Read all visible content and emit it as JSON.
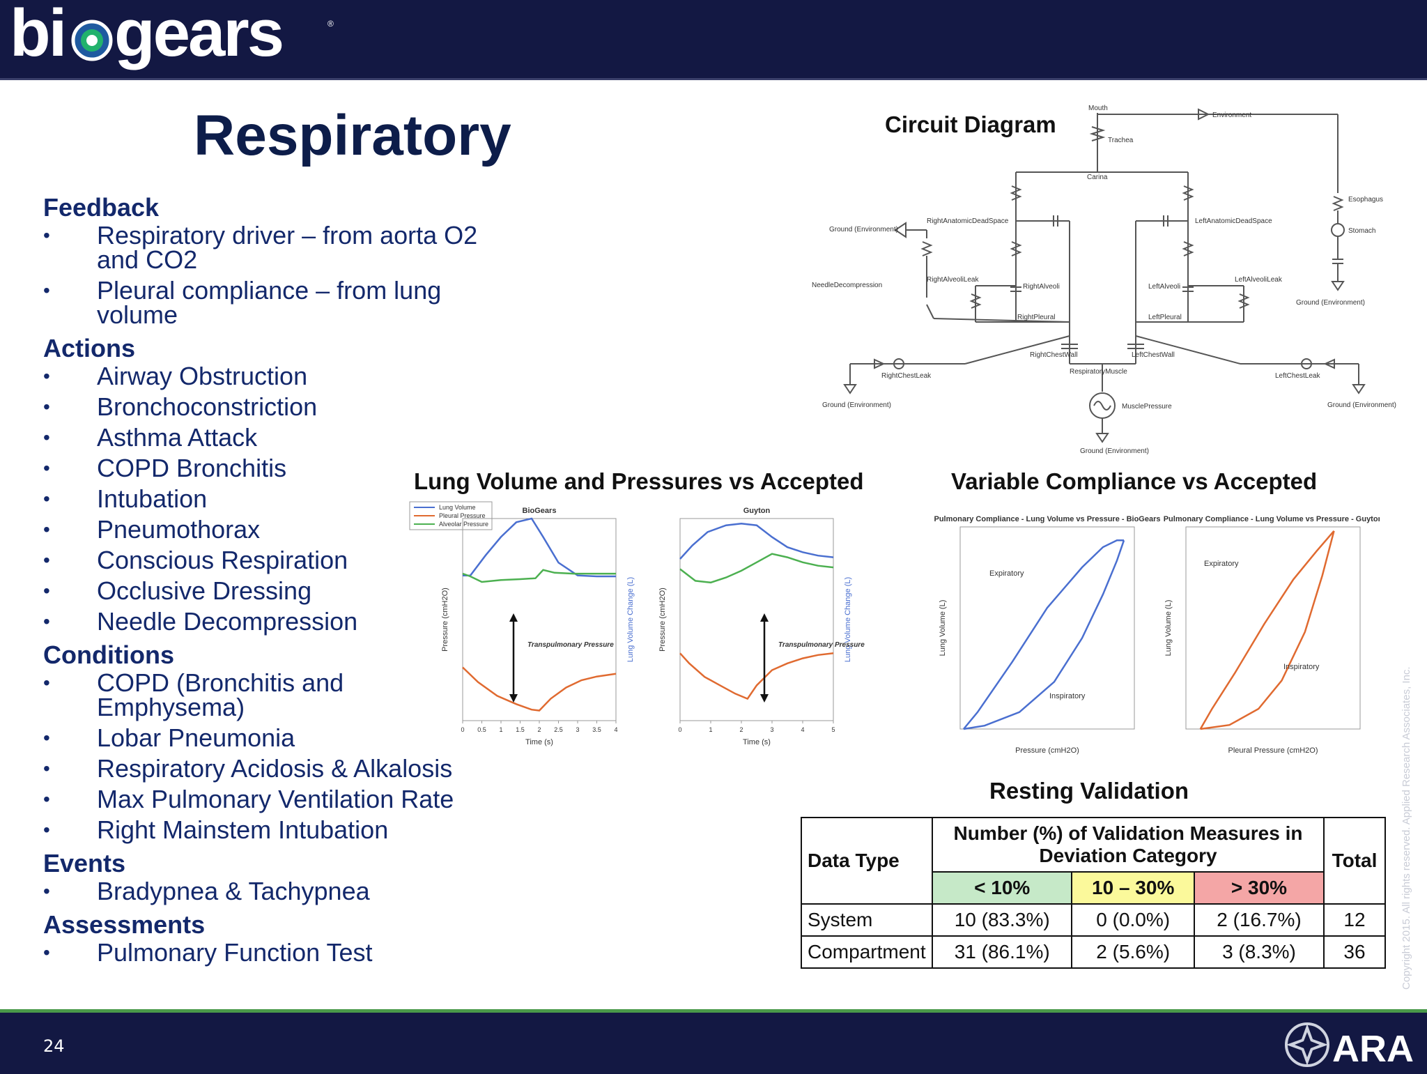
{
  "header": {
    "logo_text": "biogears",
    "logo_mark": "®"
  },
  "title": "Respiratory",
  "sections": [
    {
      "heading": "Feedback",
      "items": [
        "Respiratory driver – from aorta O2 and CO2",
        "Pleural compliance – from lung volume"
      ]
    },
    {
      "heading": "Actions",
      "items": [
        "Airway Obstruction",
        "Bronchoconstriction",
        "Asthma Attack",
        "COPD Bronchitis",
        "Intubation",
        "Pneumothorax",
        "Conscious Respiration",
        "Occlusive Dressing",
        "Needle Decompression"
      ]
    },
    {
      "heading": "Conditions",
      "items": [
        "COPD (Bronchitis and Emphysema)",
        "Lobar Pneumonia",
        "Respiratory Acidosis & Alkalosis",
        "Max Pulmonary Ventilation Rate",
        "Right Mainstem Intubation"
      ]
    },
    {
      "heading": "Events",
      "items": [
        "Bradypnea & Tachypnea"
      ]
    },
    {
      "heading": "Assessments",
      "items": [
        "Pulmonary Function Test"
      ]
    }
  ],
  "captions": {
    "circuit": "Circuit Diagram",
    "lung": "Lung Volume and Pressures vs Accepted",
    "compliance": "Variable Compliance vs Accepted",
    "resting": "Resting Validation"
  },
  "circuit_labels": {
    "mouth": "Mouth",
    "environment": "Environment",
    "trachea": "Trachea",
    "carina": "Carina",
    "esophagus": "Esophagus",
    "stomach": "Stomach",
    "ground_env": "Ground (Environment)",
    "right_dead": "RightAnatomicDeadSpace",
    "left_dead": "LeftAnatomicDeadSpace",
    "needle": "NeedleDecompression",
    "right_alv_leak": "RightAlveoliLeak",
    "right_alv": "RightAlveoli",
    "left_alv": "LeftAlveoli",
    "left_alv_leak": "LeftAlveoliLeak",
    "right_pleural": "RightPleural",
    "left_pleural": "LeftPleural",
    "right_chestwall": "RightChestWall",
    "left_chestwall": "LeftChestWall",
    "right_chestleak": "RightChestLeak",
    "left_chestleak": "LeftChestLeak",
    "resp_muscle": "RespiratoryMuscle",
    "muscle_pressure": "MusclePressure"
  },
  "chart_data": [
    {
      "type": "line",
      "title": "BioGears",
      "xlabel": "Time (s)",
      "ylabel": "Pressure (cmH2O)",
      "y2label": "Lung Volume Change (L)",
      "annotation": "Transpulmonary Pressure",
      "legend": [
        "Lung Volume",
        "Pleural Pressure",
        "Alveolar Pressure"
      ],
      "legend_position": "top-left",
      "xticks": [
        "0",
        "0.5",
        "1",
        "1.5",
        "2",
        "2.5",
        "3",
        "3.5",
        "4"
      ],
      "xlim": [
        0,
        4
      ],
      "ylim": [
        -16,
        6
      ],
      "series": [
        {
          "name": "Lung Volume",
          "color": "#4a6fd0",
          "x": [
            0,
            0.2,
            0.6,
            1.0,
            1.4,
            1.8,
            2.1,
            2.5,
            3.0,
            3.5,
            4.0
          ],
          "y": [
            -0.2,
            -0.2,
            2.0,
            4.0,
            5.6,
            6.0,
            4.0,
            1.2,
            -0.2,
            -0.3,
            -0.3
          ]
        },
        {
          "name": "Pleural Pressure",
          "color": "#e06a30",
          "x": [
            0,
            0.4,
            0.9,
            1.4,
            1.8,
            2.0,
            2.3,
            2.7,
            3.1,
            3.5,
            4.0
          ],
          "y": [
            -10.2,
            -11.8,
            -13.3,
            -14.2,
            -14.8,
            -14.9,
            -13.6,
            -12.4,
            -11.6,
            -11.2,
            -10.9
          ]
        },
        {
          "name": "Alveolar Pressure",
          "color": "#4cb050",
          "x": [
            0,
            0.2,
            0.5,
            1.0,
            1.5,
            1.9,
            2.1,
            2.4,
            2.9,
            3.5,
            4.0
          ],
          "y": [
            0,
            -0.3,
            -0.9,
            -0.7,
            -0.6,
            -0.5,
            0.4,
            0.1,
            0,
            0,
            0
          ]
        }
      ]
    },
    {
      "type": "line",
      "title": "Guyton",
      "xlabel": "Time (s)",
      "ylabel": "Pressure (cmH2O)",
      "y2label": "Lung Volume Change (L)",
      "annotation": "Transpulmonary Pressure",
      "xticks": [
        "0",
        "1",
        "2",
        "3",
        "4",
        "5"
      ],
      "xlim": [
        0,
        5
      ],
      "ylim": [
        -9,
        3
      ],
      "series": [
        {
          "name": "Lung Volume",
          "color": "#4a6fd0",
          "x": [
            0,
            0.4,
            0.9,
            1.5,
            2.0,
            2.5,
            3.0,
            3.5,
            4.0,
            4.5,
            5.0
          ],
          "y": [
            0.6,
            1.4,
            2.2,
            2.6,
            2.7,
            2.6,
            1.9,
            1.3,
            1.0,
            0.8,
            0.7
          ]
        },
        {
          "name": "Pleural Pressure",
          "color": "#e06a30",
          "x": [
            0,
            0.3,
            0.8,
            1.3,
            1.8,
            2.2,
            2.5,
            3.0,
            3.5,
            4.0,
            4.5,
            5.0
          ],
          "y": [
            -5.0,
            -5.6,
            -6.4,
            -6.9,
            -7.4,
            -7.7,
            -6.9,
            -6.0,
            -5.6,
            -5.3,
            -5.1,
            -5.0
          ]
        },
        {
          "name": "Alveolar Pressure",
          "color": "#4cb050",
          "x": [
            0,
            0.5,
            1.0,
            1.5,
            2.0,
            2.5,
            3.0,
            3.5,
            4.0,
            4.5,
            5.0
          ],
          "y": [
            0,
            -0.7,
            -0.8,
            -0.5,
            -0.1,
            0.4,
            0.9,
            0.7,
            0.4,
            0.2,
            0.1
          ]
        }
      ]
    },
    {
      "type": "line",
      "title": "Pulmonary Compliance - Lung Volume vs Pressure - BioGears",
      "xlabel": "Pressure (cmH2O)",
      "ylabel": "Lung Volume (L)",
      "annotations": [
        "Expiratory",
        "Inspiratory"
      ],
      "xlim": [
        -7.5,
        -2.5
      ],
      "ylim": [
        0,
        0.6
      ],
      "series": [
        {
          "name": "Expiratory",
          "color": "#4a6fd0",
          "x": [
            -7.4,
            -7.0,
            -6.0,
            -5.0,
            -4.0,
            -3.4,
            -3.0,
            -2.8
          ],
          "y": [
            0.0,
            0.05,
            0.2,
            0.36,
            0.48,
            0.54,
            0.56,
            0.56
          ]
        },
        {
          "name": "Inspiratory",
          "color": "#4a6fd0",
          "x": [
            -7.4,
            -6.8,
            -5.8,
            -4.8,
            -4.0,
            -3.4,
            -3.0,
            -2.8
          ],
          "y": [
            0.0,
            0.01,
            0.05,
            0.14,
            0.27,
            0.4,
            0.5,
            0.56
          ]
        }
      ]
    },
    {
      "type": "line",
      "title": "Pulmonary Compliance - Lung Volume vs Pressure - Guyton",
      "xlabel": "Pleural Pressure (cmH2O)",
      "ylabel": "Lung Volume (L)",
      "annotations": [
        "Expiratory",
        "Inspiratory"
      ],
      "xlim": [
        -10.5,
        -4.5
      ],
      "ylim": [
        0,
        0.5
      ],
      "series": [
        {
          "name": "Expiratory",
          "color": "#e06a30",
          "x": [
            -10.0,
            -9.6,
            -8.8,
            -7.8,
            -6.8,
            -6.0,
            -5.4
          ],
          "y": [
            0.0,
            0.05,
            0.14,
            0.26,
            0.37,
            0.44,
            0.49
          ]
        },
        {
          "name": "Inspiratory",
          "color": "#e06a30",
          "x": [
            -10.0,
            -9.0,
            -8.0,
            -7.2,
            -6.4,
            -5.8,
            -5.4
          ],
          "y": [
            0.0,
            0.01,
            0.05,
            0.12,
            0.24,
            0.38,
            0.49
          ]
        }
      ]
    }
  ],
  "table": {
    "col_datatype": "Data Type",
    "col_group": "Number (%) of Validation Measures in Deviation Category",
    "col_total": "Total",
    "cat_low": "< 10%",
    "cat_mid": "10 – 30%",
    "cat_high": "> 30%",
    "cat_colors": {
      "low": "#c6e9c8",
      "mid": "#fbf99b",
      "high": "#f4a6a6"
    },
    "rows": [
      {
        "type": "System",
        "low": "10 (83.3%)",
        "mid": "0 (0.0%)",
        "high": "2 (16.7%)",
        "total": "12"
      },
      {
        "type": "Compartment",
        "low": "31 (86.1%)",
        "mid": "2 (5.6%)",
        "high": "3 (8.3%)",
        "total": "36"
      }
    ]
  },
  "copyright": "Copyright 2015. All rights reserved. Applied Research Associates, Inc.",
  "footer": {
    "page_number": "24",
    "company_logo": "ARA"
  }
}
